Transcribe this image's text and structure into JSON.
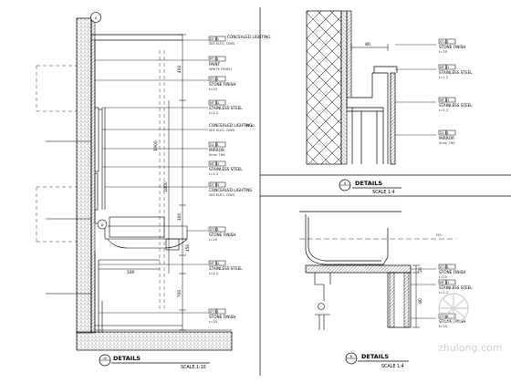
{
  "main_detail": {
    "callouts": [
      {
        "tag": "DT 01",
        "title": "CONCEALED LIGHTING",
        "sub": "SEE ELEC. DWG"
      },
      {
        "tag": "PT 01",
        "title": "PAINT",
        "sub": "WHITE FINISH"
      },
      {
        "tag": "ST 01",
        "title": "STONE FINISH",
        "sub": "t=20"
      },
      {
        "tag": "MT 01",
        "title": "STAINLESS STEEL",
        "sub": "t=1.2"
      },
      {
        "tag": "DT 02",
        "title": "CONCEALED LIGHTING",
        "sub": "SEE ELEC. DWG"
      },
      {
        "tag": "GL 01",
        "title": "MIRROR",
        "sub": "5mm THK"
      },
      {
        "tag": "MT 01",
        "title": "STAINLESS STEEL",
        "sub": "t=1.2"
      },
      {
        "tag": "DT 03",
        "title": "CONCEALED LIGHTING",
        "sub": "SEE ELEC. DWG"
      },
      {
        "tag": "ST 01",
        "title": "STONE FINISH",
        "sub": "t=20"
      },
      {
        "tag": "MT 01",
        "title": "STAINLESS STEEL",
        "sub": "t=1.2"
      },
      {
        "tag": "ST 01",
        "title": "STONE FINISH",
        "sub": "t=20"
      }
    ],
    "dims": [
      "400",
      "1900",
      "2800",
      "300",
      "150",
      "700",
      "100"
    ],
    "section_markers": [
      "A",
      "B"
    ],
    "title": {
      "num": "20",
      "label": "DETAILS",
      "scale": "SCALE 1:10"
    }
  },
  "detail_a": {
    "callouts": [
      {
        "tag": "ST 01",
        "title": "STONE FINISH",
        "sub": "t=20"
      },
      {
        "tag": "MT 01",
        "title": "STAINLESS STEEL",
        "sub": "t=1.2"
      },
      {
        "tag": "MT 01",
        "title": "STAINLESS STEEL",
        "sub": "t=1.2"
      },
      {
        "tag": "GL 01",
        "title": "MIRROR",
        "sub": "5mm THK"
      }
    ],
    "dims": [
      "80"
    ],
    "title": {
      "num": "A",
      "label": "DETAILS",
      "scale": "SCALE 1:4"
    }
  },
  "detail_b": {
    "callouts": [
      {
        "tag": "ST 01",
        "title": "STONE FINISH",
        "sub": "t=20"
      },
      {
        "tag": "MT 01",
        "title": "STAINLESS STEEL",
        "sub": "t=1.2"
      },
      {
        "tag": "ST 01",
        "title": "STONE FINISH",
        "sub": "t=20"
      }
    ],
    "dims": [
      "20",
      "80"
    ],
    "level_text": "FFL",
    "title": {
      "num": "B",
      "label": "DETAILS",
      "scale": "SCALE 1:4"
    }
  },
  "watermark": "zhulong.com"
}
